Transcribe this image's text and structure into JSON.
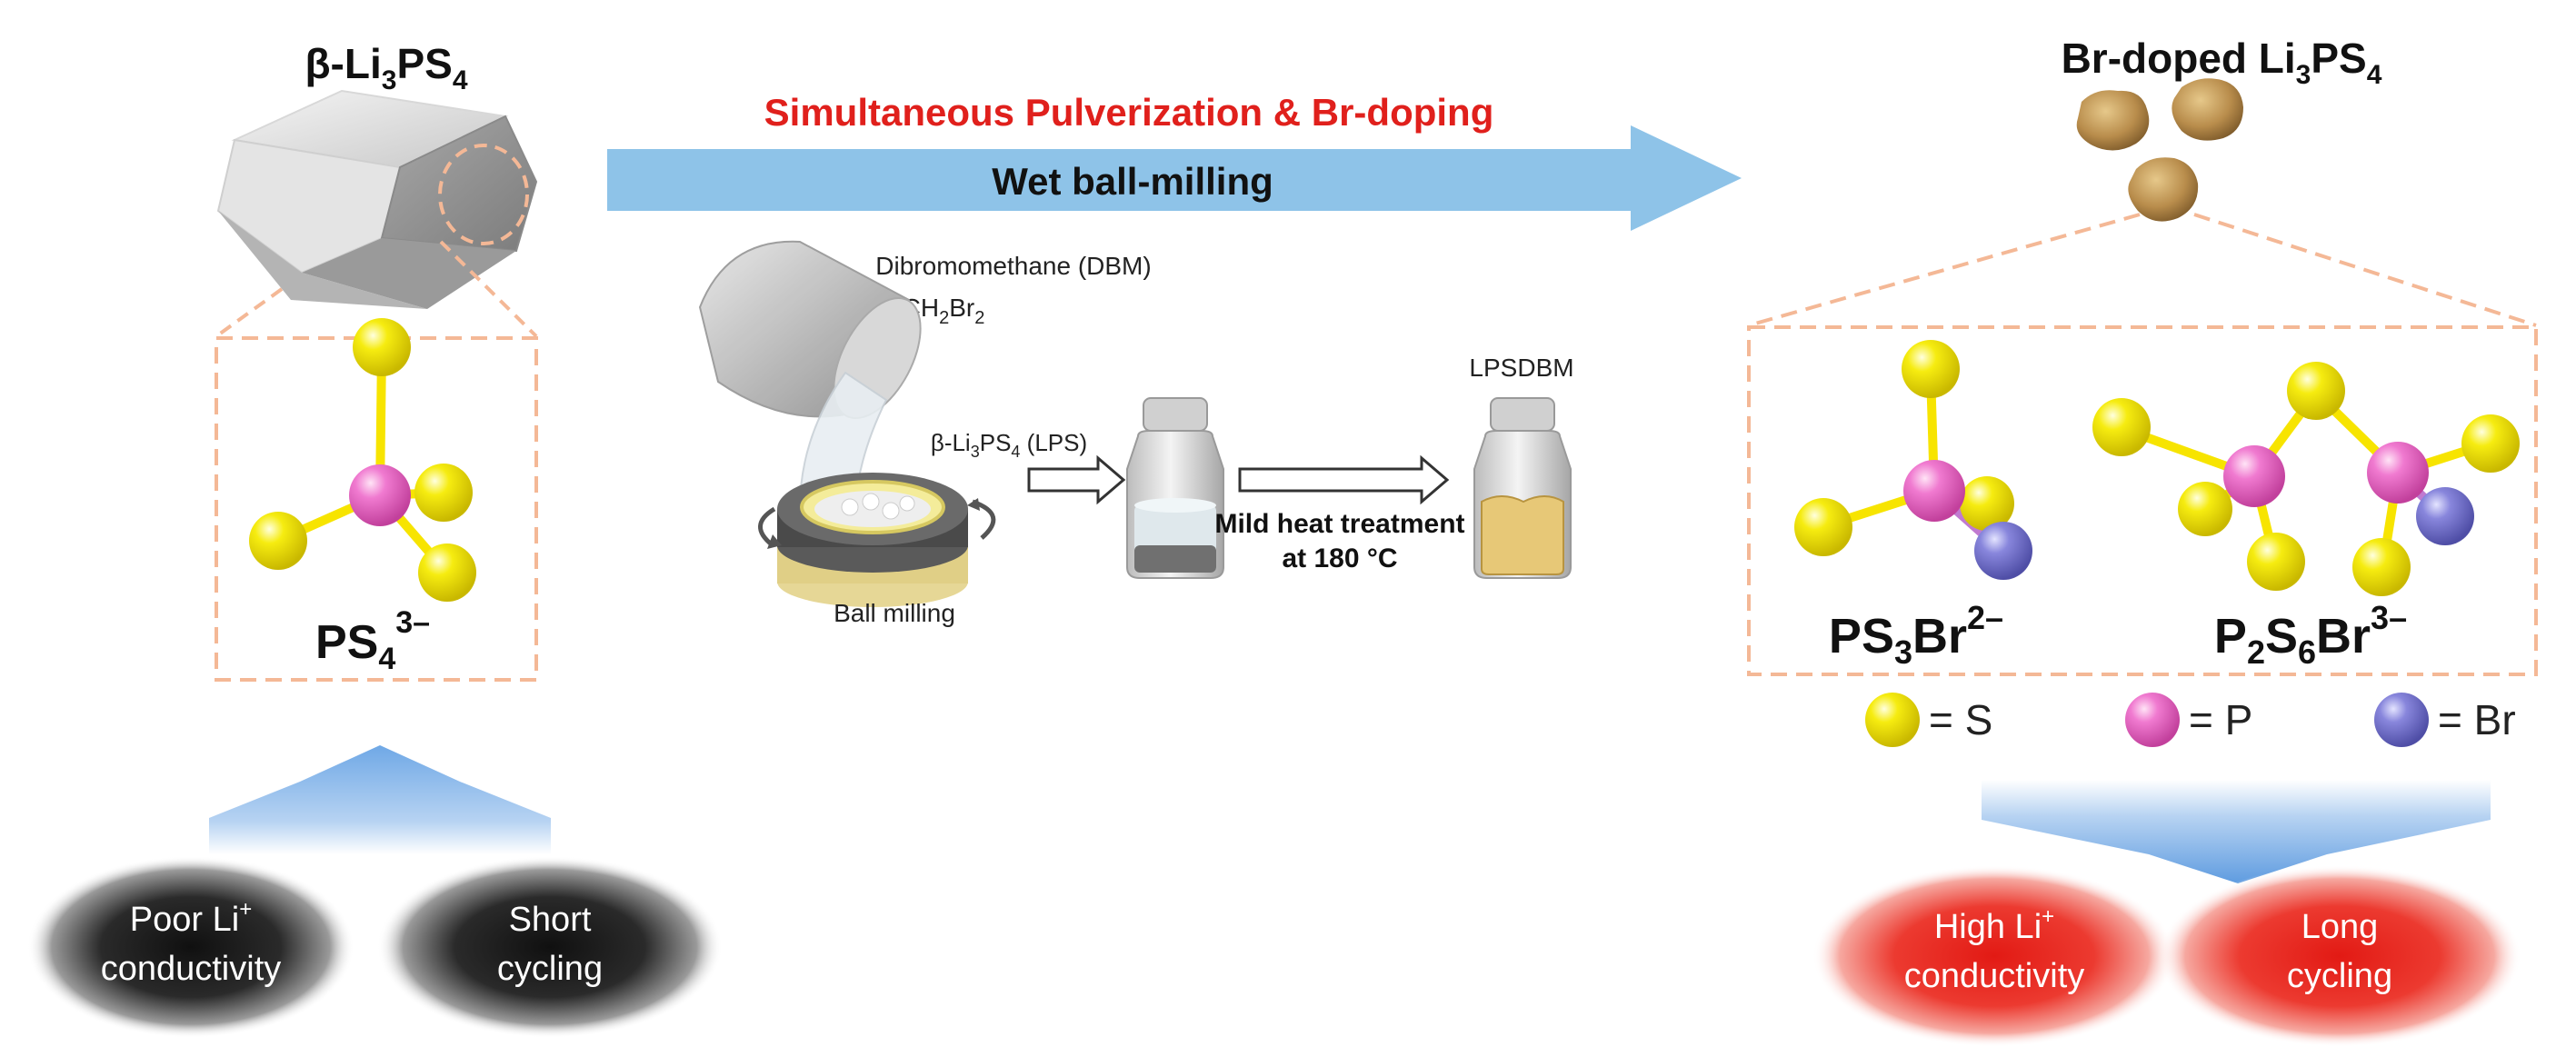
{
  "left": {
    "title_main": "β-Li",
    "title_sub3": "3",
    "title_ps": "PS",
    "title_sub4": "4",
    "ion_label_ps": "PS",
    "ion_label_sub": "4",
    "ion_label_sup": "3–",
    "issues": [
      {
        "line1": "Poor Li",
        "sup": "+",
        "line2": "conductivity"
      },
      {
        "line1": "Short",
        "line2": "cycling"
      }
    ]
  },
  "center": {
    "arrow_top_label": "Simultaneous Pulverization & Br-doping",
    "arrow_inner_label": "Wet ball-milling",
    "solvent_name": "Dibromomethane (DBM)",
    "solvent_formula_a": "CH",
    "solvent_formula_sub1": "2",
    "solvent_formula_b": "Br",
    "solvent_formula_sub2": "2",
    "lps_a": "β-Li",
    "lps_sub1": "3",
    "lps_b": "PS",
    "lps_sub2": "4",
    "lps_c": " (LPS)",
    "ball_milling": "Ball milling",
    "product": "LPSDBM",
    "heat_line1": "Mild heat treatment",
    "heat_line2": "at 180 °C"
  },
  "right": {
    "title_a": "Br-doped Li",
    "title_sub1": "3",
    "title_b": "PS",
    "title_sub2": "4",
    "mol1_a": "PS",
    "mol1_sub": "3",
    "mol1_b": "Br",
    "mol1_sup": "2–",
    "mol2_a": "P",
    "mol2_sub1": "2",
    "mol2_b": "S",
    "mol2_sub2": "6",
    "mol2_c": "Br",
    "mol2_sup": "3–",
    "legend": [
      {
        "label": "= S",
        "color": "#f2e600",
        "icon": "sulfur-atom"
      },
      {
        "label": "= P",
        "color": "#f06ac8",
        "icon": "phosphorus-atom"
      },
      {
        "label": "= Br",
        "color": "#7a78d0",
        "icon": "bromine-atom"
      }
    ],
    "benefits": [
      {
        "line1": "High Li",
        "sup": "+",
        "line2": "conductivity"
      },
      {
        "line1": "Long",
        "line2": "cycling"
      }
    ]
  },
  "colors": {
    "arrow_blue": "#8ec3e8",
    "red_text": "#e0201c",
    "sulfur": "#f2e600",
    "phosphorus": "#f06ac8",
    "bromine": "#7a78d0",
    "dashed_box": "#f4b896",
    "dark_oval": "#1a1a1a",
    "red_oval": "#e8231c"
  }
}
